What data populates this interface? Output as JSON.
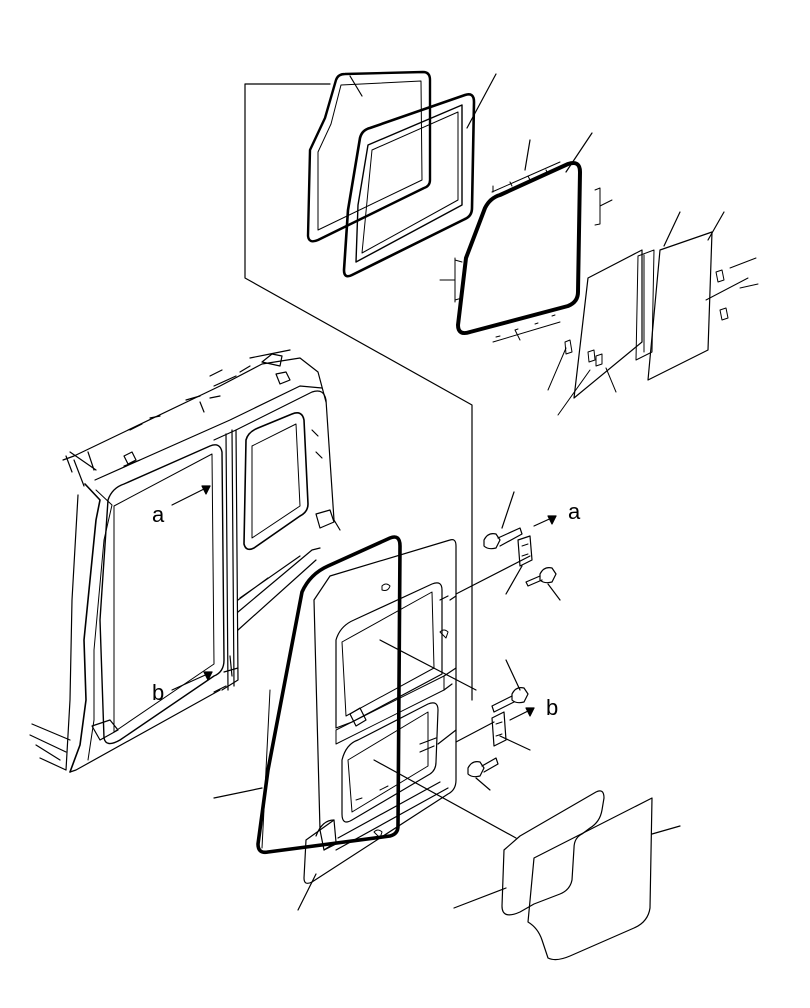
{
  "diagram": {
    "labels": {
      "a_on_cab": "a",
      "b_on_cab": "b",
      "a_on_hinge": "a",
      "b_on_hinge": "b"
    },
    "colors": {
      "stroke": "#000000",
      "background": "#ffffff"
    }
  }
}
